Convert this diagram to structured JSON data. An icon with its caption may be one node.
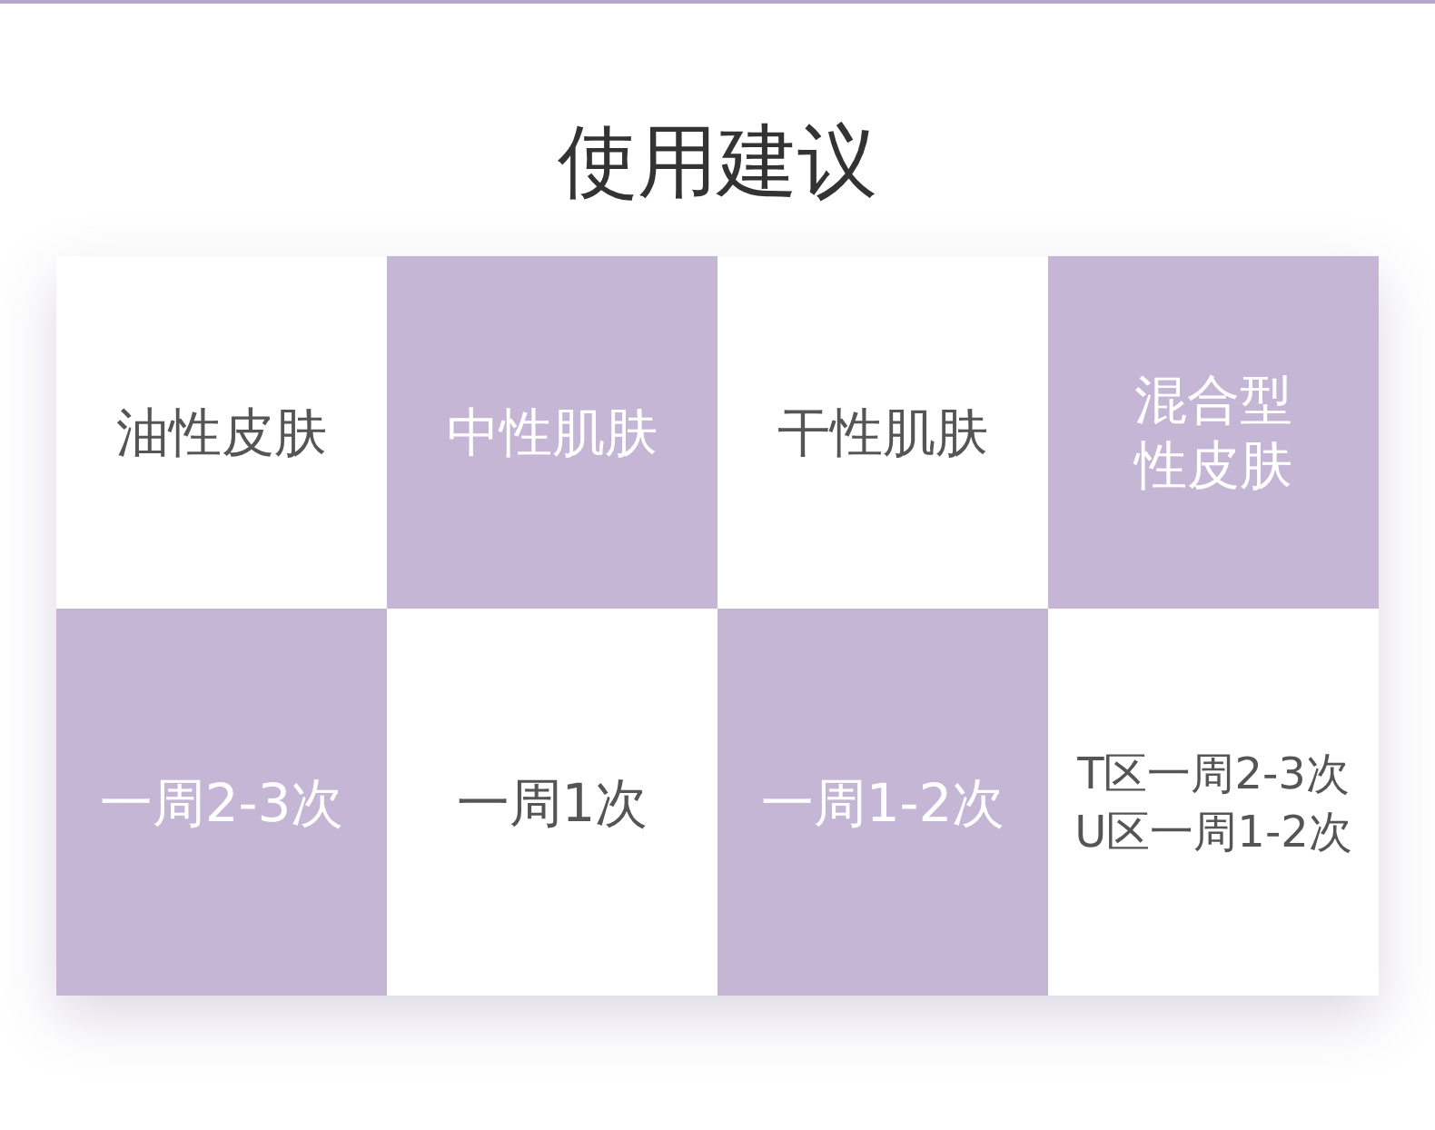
{
  "diagram": {
    "title": "使用建议",
    "labels": [
      "油性皮肤",
      "中性肌肤",
      "干性肌肤",
      "混合型性皮肤",
      "一周2-3次",
      "一周1次",
      "一周1-2次",
      "T区一周2-3次 U区一周1-2次"
    ]
  }
}
